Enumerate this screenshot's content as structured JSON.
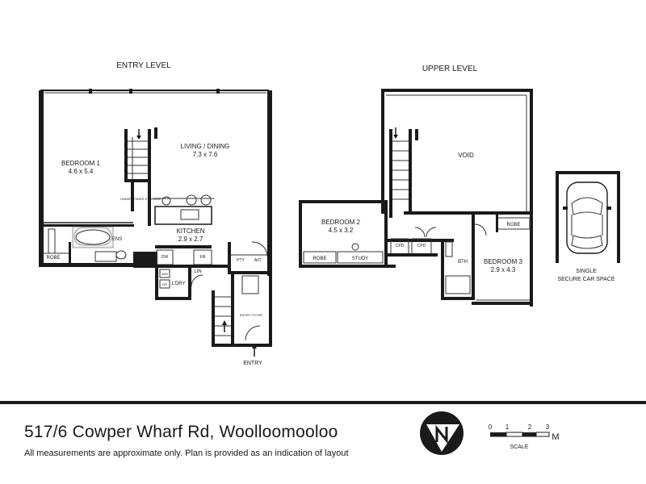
{
  "levels": {
    "entry": "ENTRY LEVEL",
    "upper": "UPPER LEVEL"
  },
  "entry_rooms": {
    "bedroom1_name": "BEDROOM 1",
    "bedroom1_size": "4.6 x 5.4",
    "living_name": "LIVING / DINING",
    "living_size": "7.3 x 7.6",
    "kitchen_name": "KITCHEN",
    "kitchen_size": "2.9 x 2.7",
    "ens": "ENS",
    "robe": "ROBE",
    "under_stairs": "UNDER STAIRS STORAGE",
    "lin": "LIN",
    "ldry": "L'DRY",
    "pty": "PTY",
    "ac": "A/C",
    "entry_foyer": "ENTRY FOYER",
    "entry": "ENTRY",
    "dw": "DW",
    "fr": "FR",
    "ww": "WM",
    "dr": "DR"
  },
  "upper_rooms": {
    "void": "VOID",
    "bedroom2_name": "BEDROOM 2",
    "bedroom2_size": "4.5 x 3.2",
    "bedroom3_name": "BEDROOM 3",
    "bedroom3_size": "2.9 x 4.3",
    "robe_b2": "ROBE",
    "study": "STUDY",
    "cpd1": "CPD",
    "cpd2": "CPD",
    "bth": "BTH",
    "robe_b3": "ROBE"
  },
  "car": {
    "line1": "SINGLE",
    "line2": "SECURE CAR SPACE"
  },
  "footer": {
    "address": "517/6 Cowper Wharf Rd, Woolloomooloo",
    "disclaimer": "All measurements are approximate only. Plan is provided as an indication of layout"
  },
  "scale": {
    "ticks": [
      "0",
      "1",
      "2",
      "3"
    ],
    "unit": "M",
    "label": "SCALE"
  },
  "icons": {
    "compass": "north-compass-icon",
    "car": "car-icon"
  }
}
